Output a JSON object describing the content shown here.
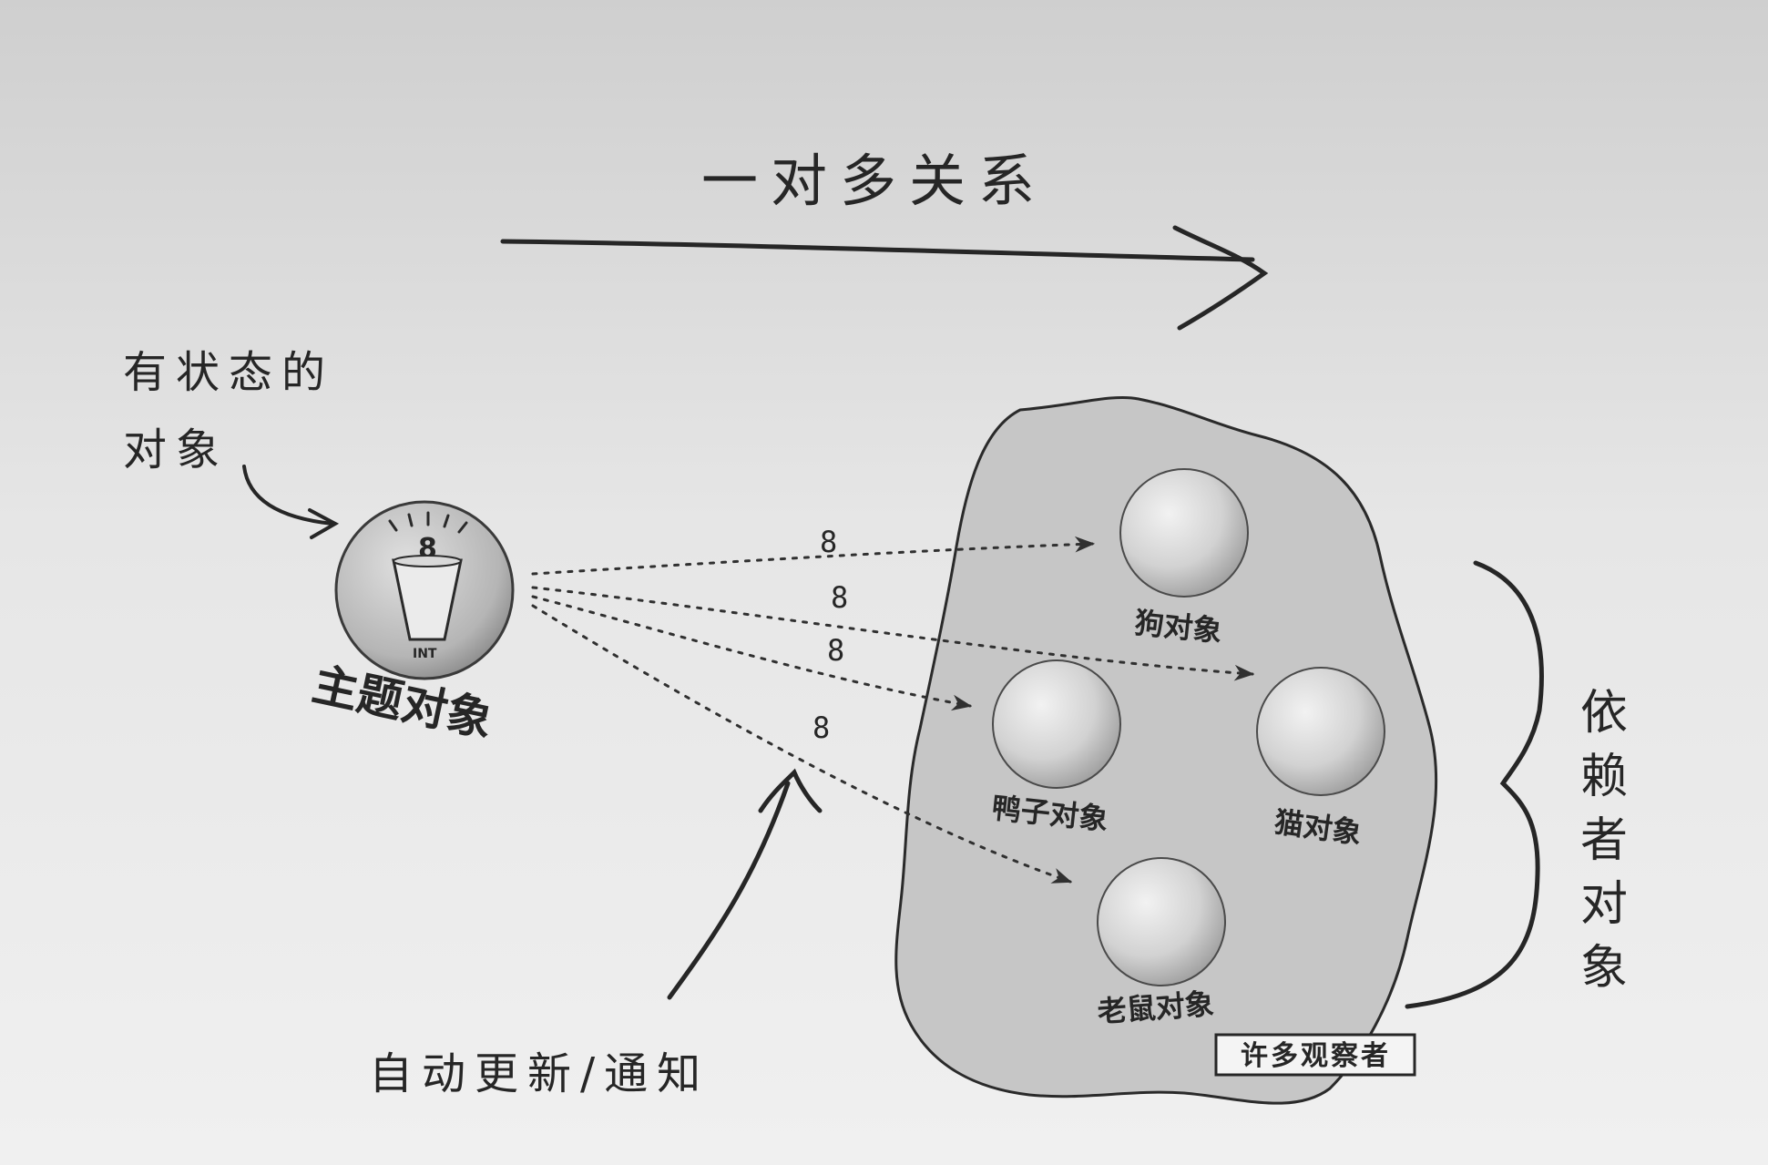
{
  "title": "一对多关系",
  "stateful_note": [
    "有状态的",
    "对象"
  ],
  "subject": {
    "label": "主题对象",
    "state_value": "8",
    "type_label": "INT"
  },
  "notifications": [
    {
      "value": "8",
      "target": "狗对象"
    },
    {
      "value": "8",
      "target": "猫对象"
    },
    {
      "value": "8",
      "target": "鸭子对象"
    },
    {
      "value": "8",
      "target": "老鼠对象"
    }
  ],
  "observers": [
    {
      "label": "狗对象"
    },
    {
      "label": "鸭子对象"
    },
    {
      "label": "猫对象"
    },
    {
      "label": "老鼠对象"
    }
  ],
  "many_observers_label": "许多观察者",
  "dependents_label": "依赖者对象",
  "auto_update_label": "自动更新/通知",
  "colors": {
    "ink": "#262626",
    "observer_region": "#c9c9c9",
    "sphere_light": "#efefef",
    "sphere_dark": "#a8a8a8"
  }
}
